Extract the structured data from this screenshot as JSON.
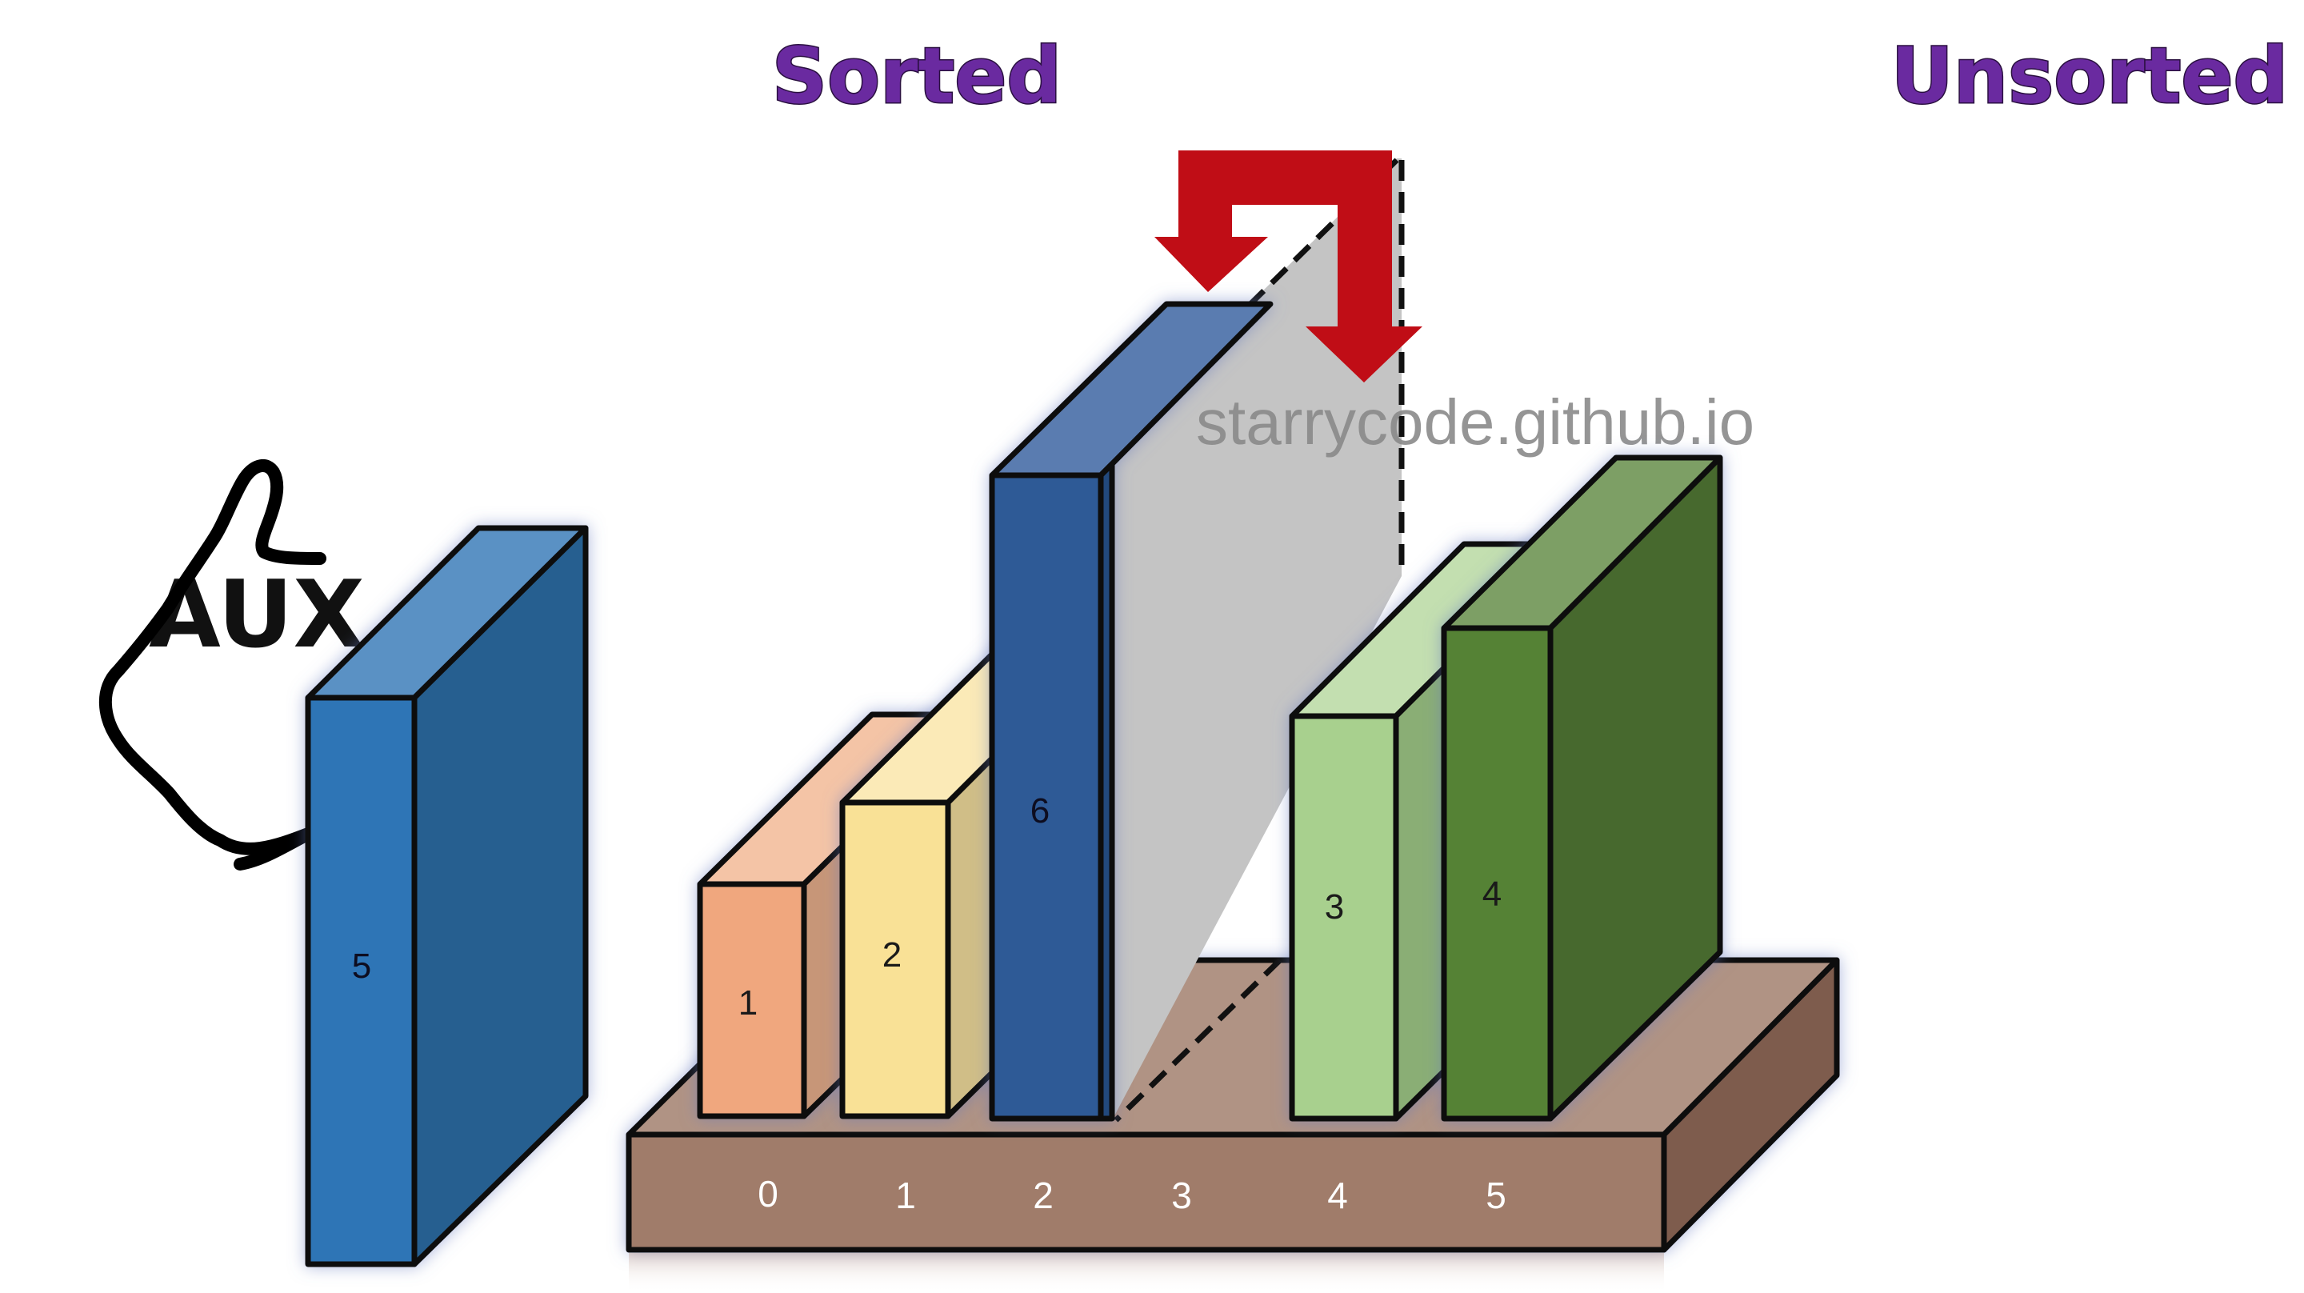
{
  "headings": {
    "sorted": "Sorted",
    "unsorted": "Unsorted"
  },
  "aux": {
    "label": "AUX",
    "value": "5"
  },
  "watermark": "starrycode.github.io",
  "array": {
    "indices": [
      "0",
      "1",
      "2",
      "3",
      "4",
      "5"
    ],
    "blocks": [
      {
        "value": "1",
        "color": "#f0a77e"
      },
      {
        "value": "2",
        "color": "#f9e196"
      },
      {
        "value": "6",
        "color": "#2f5a96"
      },
      {
        "value": "3",
        "color": "#a8d08e"
      },
      {
        "value": "4",
        "color": "#548235"
      }
    ],
    "empty_slot_index": "3"
  },
  "colors": {
    "heading": "#6a2aa0",
    "arrow": "#c00d16",
    "base": "#a97b6b",
    "aux_block": "#2e75b6",
    "empty_slot": "#c9c9c9"
  },
  "icons": {
    "hand": "hand-icon",
    "move": "u-turn-arrow-icon"
  }
}
